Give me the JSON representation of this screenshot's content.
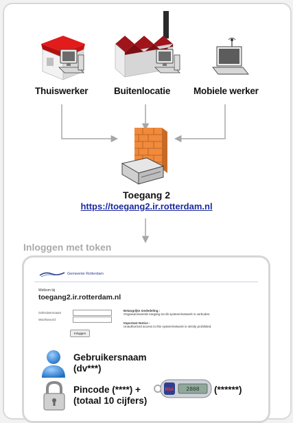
{
  "locations": {
    "thuiswerker": "Thuiswerker",
    "buitenlocatie": "Buitenlocatie",
    "mobiele_werker": "Mobiele werker"
  },
  "gateway": {
    "title": "Toegang 2",
    "url": "https://toegang2.ir.rotterdam.nl"
  },
  "login_section": {
    "label": "Inloggen met token",
    "page": {
      "org_name": "Gemeente Rotterdam",
      "welkom": "Welkom bij",
      "host": "toegang2.ir.rotterdam.nl",
      "username_label": "Gebruikersnaam",
      "password_label": "Wachtwoord",
      "login_button": "Inloggen",
      "notice_nl_title": "Belangrijke mededeling :",
      "notice_nl_text": "Ongeautoriseerde toegang tot dit systeem/netwerk is verboden.",
      "notice_en_title": "Important Notice :",
      "notice_en_text": "Unauthorized access to this system/network is strictly prohibited."
    },
    "username_line1": "Gebruikersnaam",
    "username_line2": "(dv***)",
    "pin_line1": "Pincode (****) +",
    "pin_line2": "(totaal 10 cijfers)",
    "token_code": "(******)",
    "token_brand": "RSA",
    "token_display": "2808"
  },
  "colors": {
    "link": "#1b2a9e",
    "arrow": "#a7a7a7",
    "roof_red": "#e21b1b",
    "factory_red": "#a0141b",
    "firewall_orange": "#f08a3c"
  }
}
